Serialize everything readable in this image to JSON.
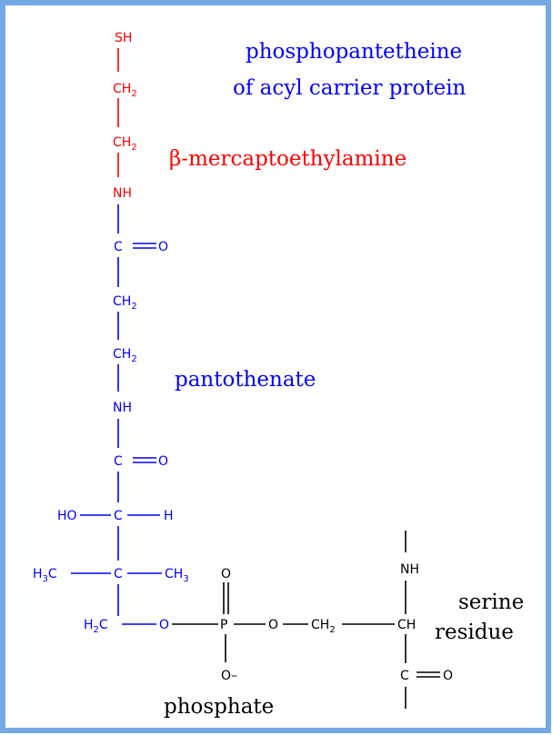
{
  "colors": {
    "frame": "#74a9e6",
    "mercaptoethylamine": "#ff0000",
    "pantothenate": "#0000ff",
    "phosphate_serine": "#000000"
  },
  "labels": {
    "title_line1": "phosphopantetheine",
    "title_line2": "of acyl carrier protein",
    "mercaptoethylamine": "β-mercaptoethylamine",
    "pantothenate": "pantothenate",
    "serine_line1": "serine",
    "serine_line2": "residue",
    "phosphate": "phosphate"
  },
  "atoms": {
    "sh": "SH",
    "ch2_a": "CH",
    "ch2_b": "CH",
    "sub2": "2",
    "nh_1": "NH",
    "c_1": "C",
    "o_1": "O",
    "ch2_c": "CH",
    "ch2_d": "CH",
    "nh_2": "NH",
    "c_2": "C",
    "o_2": "O",
    "ho": "HO",
    "c_3": "C",
    "h": "H",
    "h3c": "H",
    "sub3": "3",
    "c_right": "C",
    "c_4": "C",
    "ch3": "CH",
    "h2c": "H",
    "c_h2c": "C",
    "o_left": "O",
    "p": "P",
    "o_top": "O",
    "o_right": "O",
    "o_minus": "O–",
    "ch2_e": "CH",
    "ch_serine": "CH",
    "nh_serine": "NH",
    "c_serine": "C",
    "o_serine": "O"
  }
}
